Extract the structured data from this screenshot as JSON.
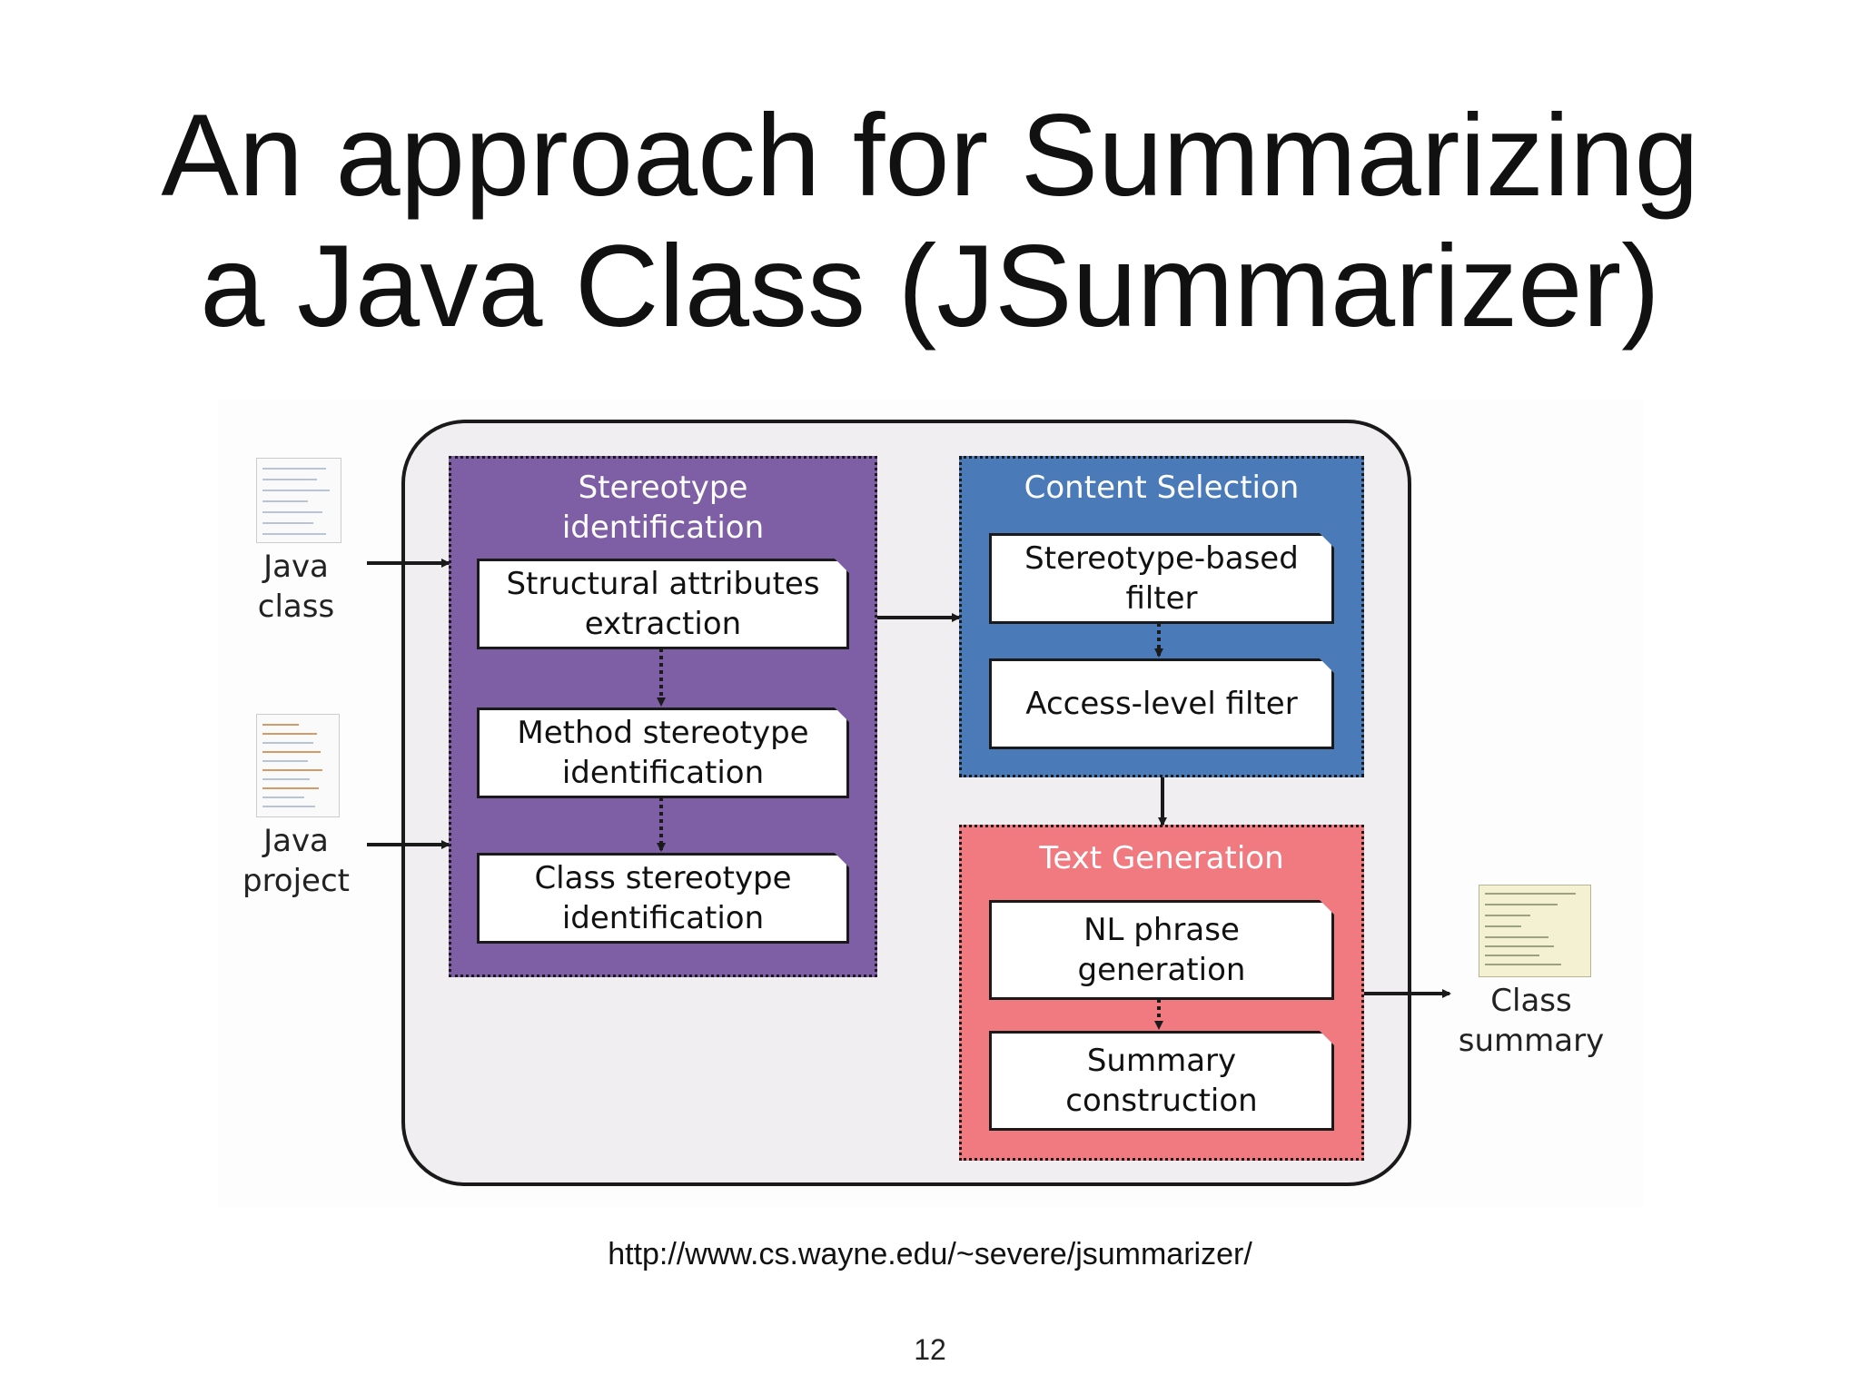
{
  "slide": {
    "title_line1": "An approach for Summarizing",
    "title_line2": "a Java Class (JSummarizer)",
    "url": "http://www.cs.wayne.edu/~severe/jsummarizer/",
    "page_number": "12"
  },
  "diagram": {
    "inputs": [
      {
        "label": "Java\nclass",
        "icon": "java-class-screenshot-icon"
      },
      {
        "label": "Java\nproject",
        "icon": "java-project-screenshot-icon"
      }
    ],
    "output": {
      "label": "Class\nsummary",
      "icon": "class-summary-screenshot-icon"
    },
    "groups": {
      "stereotype": {
        "title": "Stereotype\nidentification",
        "color": "#7e5fa6",
        "steps": [
          "Structural attributes\nextraction",
          "Method stereotype\nidentification",
          "Class stereotype\nidentification"
        ]
      },
      "content": {
        "title": "Content Selection",
        "color": "#4a7ab8",
        "steps": [
          "Stereotype-based\nfilter",
          "Access-level filter"
        ]
      },
      "text": {
        "title": "Text Generation",
        "color": "#f07a80",
        "steps": [
          "NL phrase\ngeneration",
          "Summary\nconstruction"
        ]
      }
    }
  }
}
